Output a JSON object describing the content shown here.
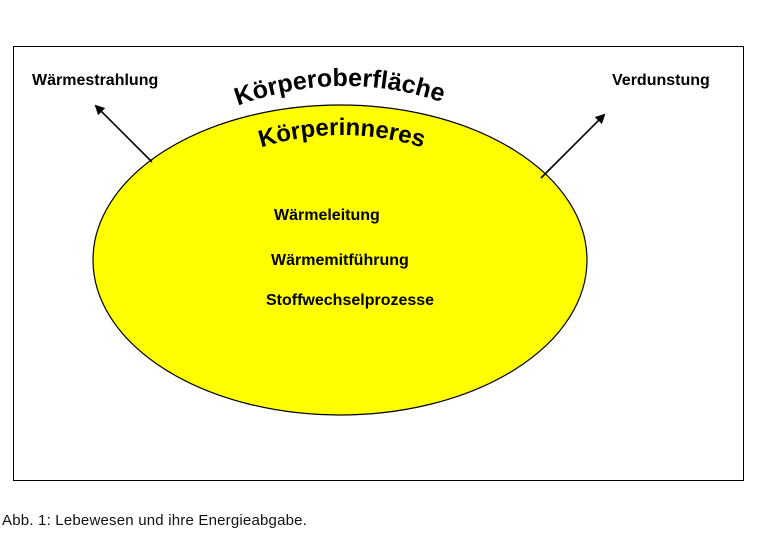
{
  "diagram": {
    "surface_label": "Körperoberfläche",
    "interior_label": "Körperinneres",
    "left_arrow_label": "Wärmestrahlung",
    "right_arrow_label": "Verdunstung",
    "inner_items": [
      "Wärmeleitung",
      "Wärmemitführung",
      "Stoffwechselprozesse"
    ],
    "ellipse_fill": "#ffff00",
    "ellipse_stroke": "#000000"
  },
  "caption": "Abb. 1: Lebewesen und ihre Energieabgabe."
}
